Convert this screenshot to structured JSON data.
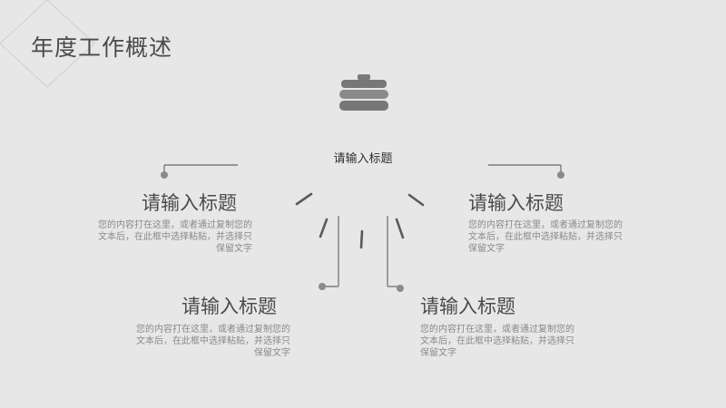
{
  "slide": {
    "title": "年度工作概述",
    "center_title": "请输入标题",
    "blocks": [
      {
        "title": "请输入标题",
        "body": "您的内容打在这里，或者通过复制您的\n文本后，在此框中选择粘贴，并选择只\n保留文字"
      },
      {
        "title": "请输入标题",
        "body": "您的内容打在这里，或者通过复制您的\n文本后，在此框中选择粘贴，并选择只\n保留文字"
      },
      {
        "title": "请输入标题",
        "body": "您的内容打在这里，或者通过复制您的\n文本后，在此框中选择粘贴，并选择只\n保留文字"
      },
      {
        "title": "请输入标题",
        "body": "您的内容打在这里，或者通过复制您的\n文本后，在此框中选择粘贴，并选择只\n保留文字"
      }
    ]
  },
  "colors": {
    "background": "#e7e7e7",
    "lines": "#777777",
    "icon": "#7a7a7a"
  }
}
